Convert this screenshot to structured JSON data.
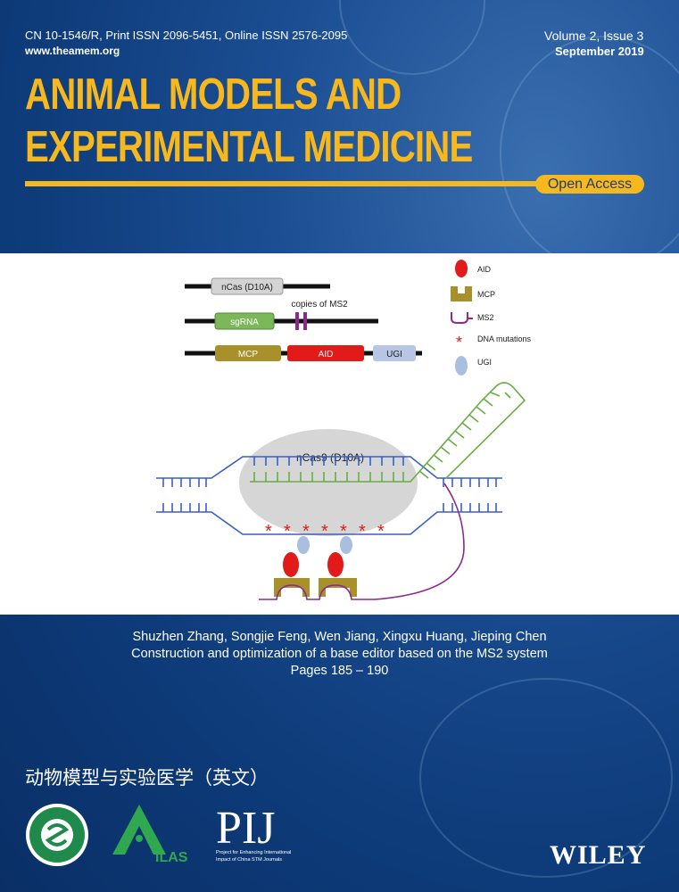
{
  "header": {
    "issn_line": "CN 10-1546/R, Print ISSN 2096-5451, Online ISSN 2576-2095",
    "website": "www.theamem.org",
    "volume_issue": "Volume 2, Issue 3",
    "date": "September 2019"
  },
  "journal": {
    "title_line1": "ANIMAL MODELS AND",
    "title_line2": "EXPERIMENTAL MEDICINE",
    "open_access": "Open Access"
  },
  "figure": {
    "top_constructs": {
      "nCas_label": "nCas (D10A)",
      "sgRNA_label": "sgRNA",
      "copies_label": "copies of MS2",
      "MCP_label": "MCP",
      "AID_label": "AID",
      "UGI_label": "UGI"
    },
    "legend": {
      "aid": "AID",
      "mcp": "MCP",
      "ms2": "MS2",
      "mutations": "DNA mutations",
      "ugi": "UGI"
    },
    "complex_label": "nCas9 (D10A)",
    "colors": {
      "aid_red": "#e21a1a",
      "mcp_gold": "#a8902a",
      "ms2_purple": "#8b2a8c",
      "ugi_blue": "#a8bfe0",
      "sgRNA_green": "#6aac46",
      "dna_blue": "#3a5fc8"
    }
  },
  "article": {
    "authors": "Shuzhen Zhang, Songjie Feng, Wen Jiang, Xingxu Huang, Jieping Chen",
    "title": "Construction and optimization of a base editor based on the MS2 system",
    "pages": "Pages 185 – 190"
  },
  "footer": {
    "chinese_title": "动物模型与实验医学（英文）",
    "logos": [
      "chinese-association-logo",
      "ilas-logo",
      "pij-logo"
    ],
    "ilas_text": "ILAS",
    "pij_text": "PIJ",
    "pij_caption": "Project for Enhancing International Impact of China STM Journals",
    "publisher": "WILEY"
  }
}
